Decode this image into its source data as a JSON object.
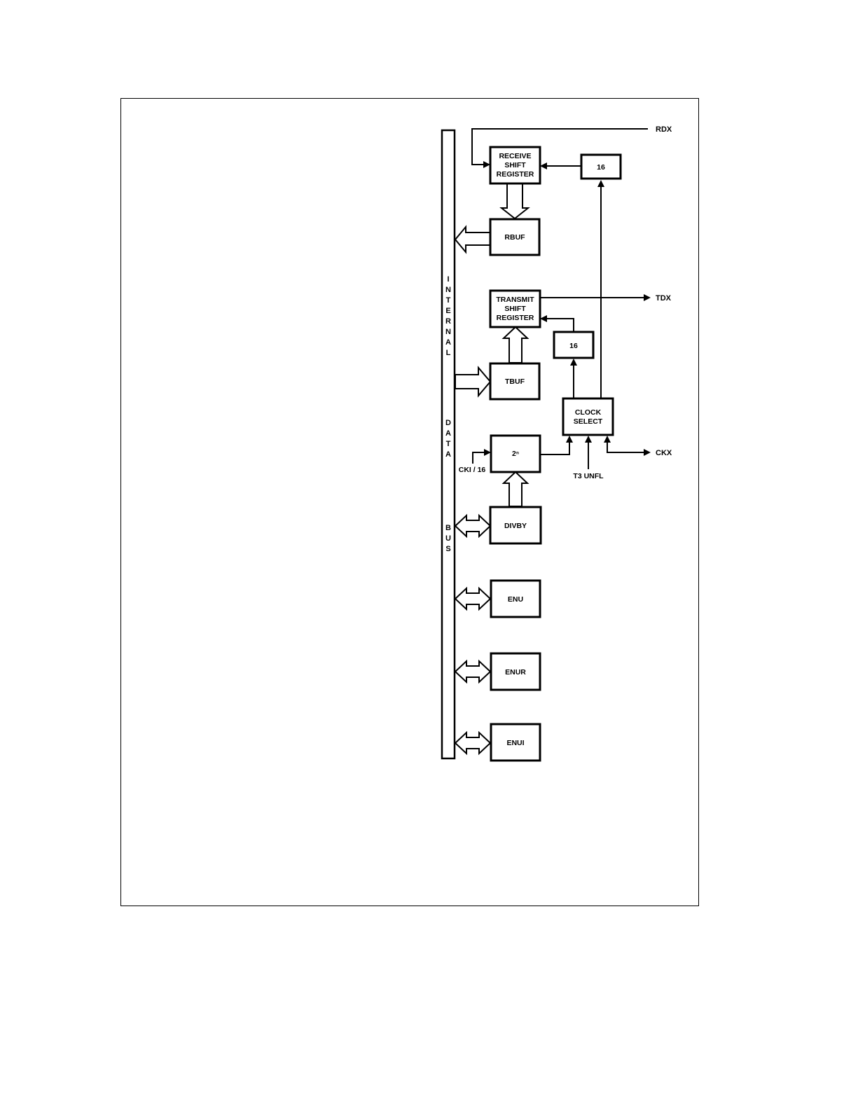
{
  "bus_letters": [
    "I",
    "N",
    "T",
    "E",
    "R",
    "N",
    "A",
    "L",
    "D",
    "A",
    "T",
    "A",
    "B",
    "U",
    "S"
  ],
  "blocks": {
    "receive_shift_register": [
      "RECEIVE",
      "SHIFT",
      "REGISTER"
    ],
    "rx_divider": "16",
    "rbuf": "RBUF",
    "transmit_shift_register": [
      "TRANSMIT",
      "SHIFT",
      "REGISTER"
    ],
    "tx_divider": "16",
    "tbuf": "TBUF",
    "clock_select": [
      "CLOCK",
      "SELECT"
    ],
    "prescaler": "2ⁿ",
    "divby": "DIVBY",
    "enu": "ENU",
    "enur": "ENUR",
    "enui": "ENUI"
  },
  "signals": {
    "rdx": "RDX",
    "tdx": "TDX",
    "ckx": "CKX",
    "cki": "CKI / 16",
    "t3": "T3 UNFL"
  }
}
